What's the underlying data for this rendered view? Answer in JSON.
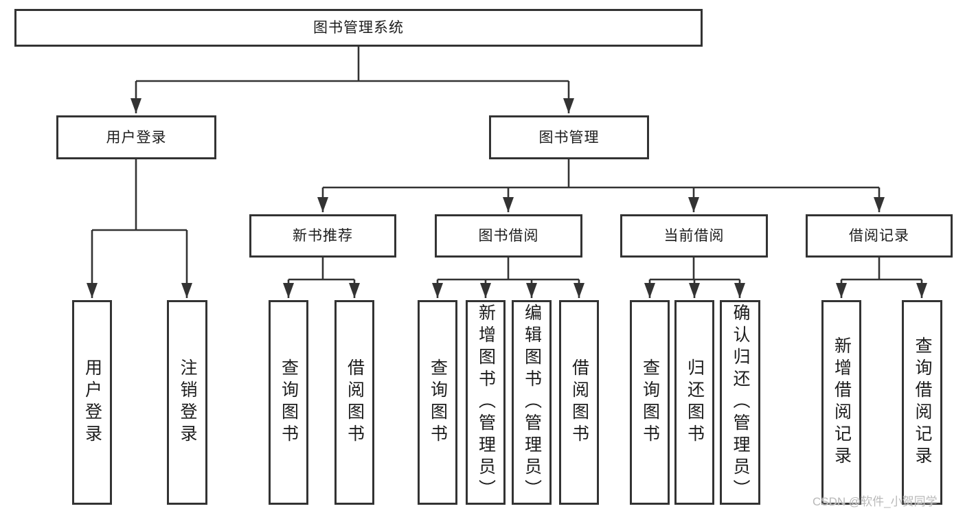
{
  "diagram": {
    "root": {
      "label": "图书管理系统"
    },
    "level2": {
      "user_login": {
        "label": "用户登录"
      },
      "book_management": {
        "label": "图书管理"
      }
    },
    "level3": {
      "new_book_recommend": {
        "label": "新书推荐"
      },
      "book_borrow": {
        "label": "图书借阅"
      },
      "current_borrow": {
        "label": "当前借阅"
      },
      "borrow_records": {
        "label": "借阅记录"
      }
    },
    "leaves": {
      "user_login_login": {
        "label": "用户登录"
      },
      "user_login_logout": {
        "label": "注销登录"
      },
      "newbook_query": {
        "label": "查询图书"
      },
      "newbook_borrow": {
        "label": "借阅图书"
      },
      "borrow_query": {
        "label": "查询图书"
      },
      "borrow_add_admin": {
        "label": "新增图书（管理员）"
      },
      "borrow_edit_admin": {
        "label": "编辑图书（管理员）"
      },
      "borrow_borrow": {
        "label": "借阅图书"
      },
      "current_query": {
        "label": "查询图书"
      },
      "current_return": {
        "label": "归还图书"
      },
      "current_confirm_admin": {
        "label": "确认归还（管理员）"
      },
      "records_add": {
        "label": "新增借阅记录"
      },
      "records_query": {
        "label": "查询借阅记录"
      }
    }
  },
  "watermark": "CSDN @软件_小贺同学",
  "colors": {
    "border": "#333333",
    "line": "#333333",
    "text": "#1c1c1c",
    "watermark": "#b9b9b9",
    "background": "#ffffff"
  }
}
